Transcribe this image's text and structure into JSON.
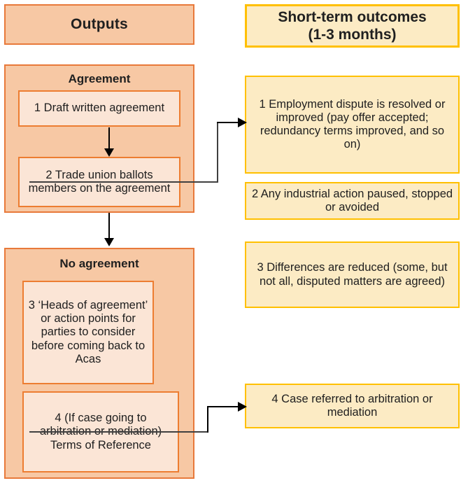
{
  "diagram": {
    "title": "Acas collective conciliation outputs and short-term outcomes",
    "colors": {
      "outputs_border": "#ED7D31",
      "outputs_fill": "#F7C8A4",
      "outputs_inner_fill": "#FBE5D6",
      "outcomes_border": "#FFC000",
      "outcomes_fill": "#FCEBC4",
      "connector": "#000000"
    }
  },
  "columns": {
    "outputs": {
      "header": "Outputs",
      "sections": [
        {
          "title": "Agreement",
          "items": [
            {
              "number": "1",
              "text": "1 Draft written agreement"
            },
            {
              "number": "2",
              "text": "2 Trade union ballots members on the agreement"
            }
          ]
        },
        {
          "title": "No agreement",
          "items": [
            {
              "number": "3",
              "text": "3 ‘Heads of agreement’ or action points for parties to consider before coming back to Acas"
            },
            {
              "number": "4",
              "text": "4 (If case going to arbitration or mediation) Terms of Reference"
            }
          ]
        }
      ]
    },
    "outcomes": {
      "header_line1": "Short-term outcomes",
      "header_line2": "(1-3 months)",
      "items": [
        {
          "number": "1",
          "text": "1 Employment dispute is resolved or improved (pay offer accepted; redundancy terms improved, and so on)"
        },
        {
          "number": "2",
          "text": "2 Any industrial action paused, stopped or avoided"
        },
        {
          "number": "3",
          "text": "3 Differences are reduced (some, but not all, disputed matters are agreed)"
        },
        {
          "number": "4",
          "text": "4 Case referred to arbitration or mediation"
        }
      ]
    }
  },
  "connectors": [
    {
      "name": "agreement-step1-to-step2",
      "from": "1 Draft written agreement",
      "to": "2 Trade union ballots members on the agreement",
      "direction": "down"
    },
    {
      "name": "agreement-to-no-agreement",
      "from": "Agreement",
      "to": "No agreement",
      "direction": "down"
    },
    {
      "name": "ballots-to-outcome1",
      "from": "2 Trade union ballots members on the agreement",
      "to": "1 Employment dispute is resolved or improved (pay offer accepted; redundancy terms improved, and so on)",
      "direction": "right"
    },
    {
      "name": "terms-of-reference-to-outcome4",
      "from": "4 (If case going to arbitration or mediation) Terms of Reference",
      "to": "4 Case referred to arbitration or mediation",
      "direction": "right"
    }
  ]
}
